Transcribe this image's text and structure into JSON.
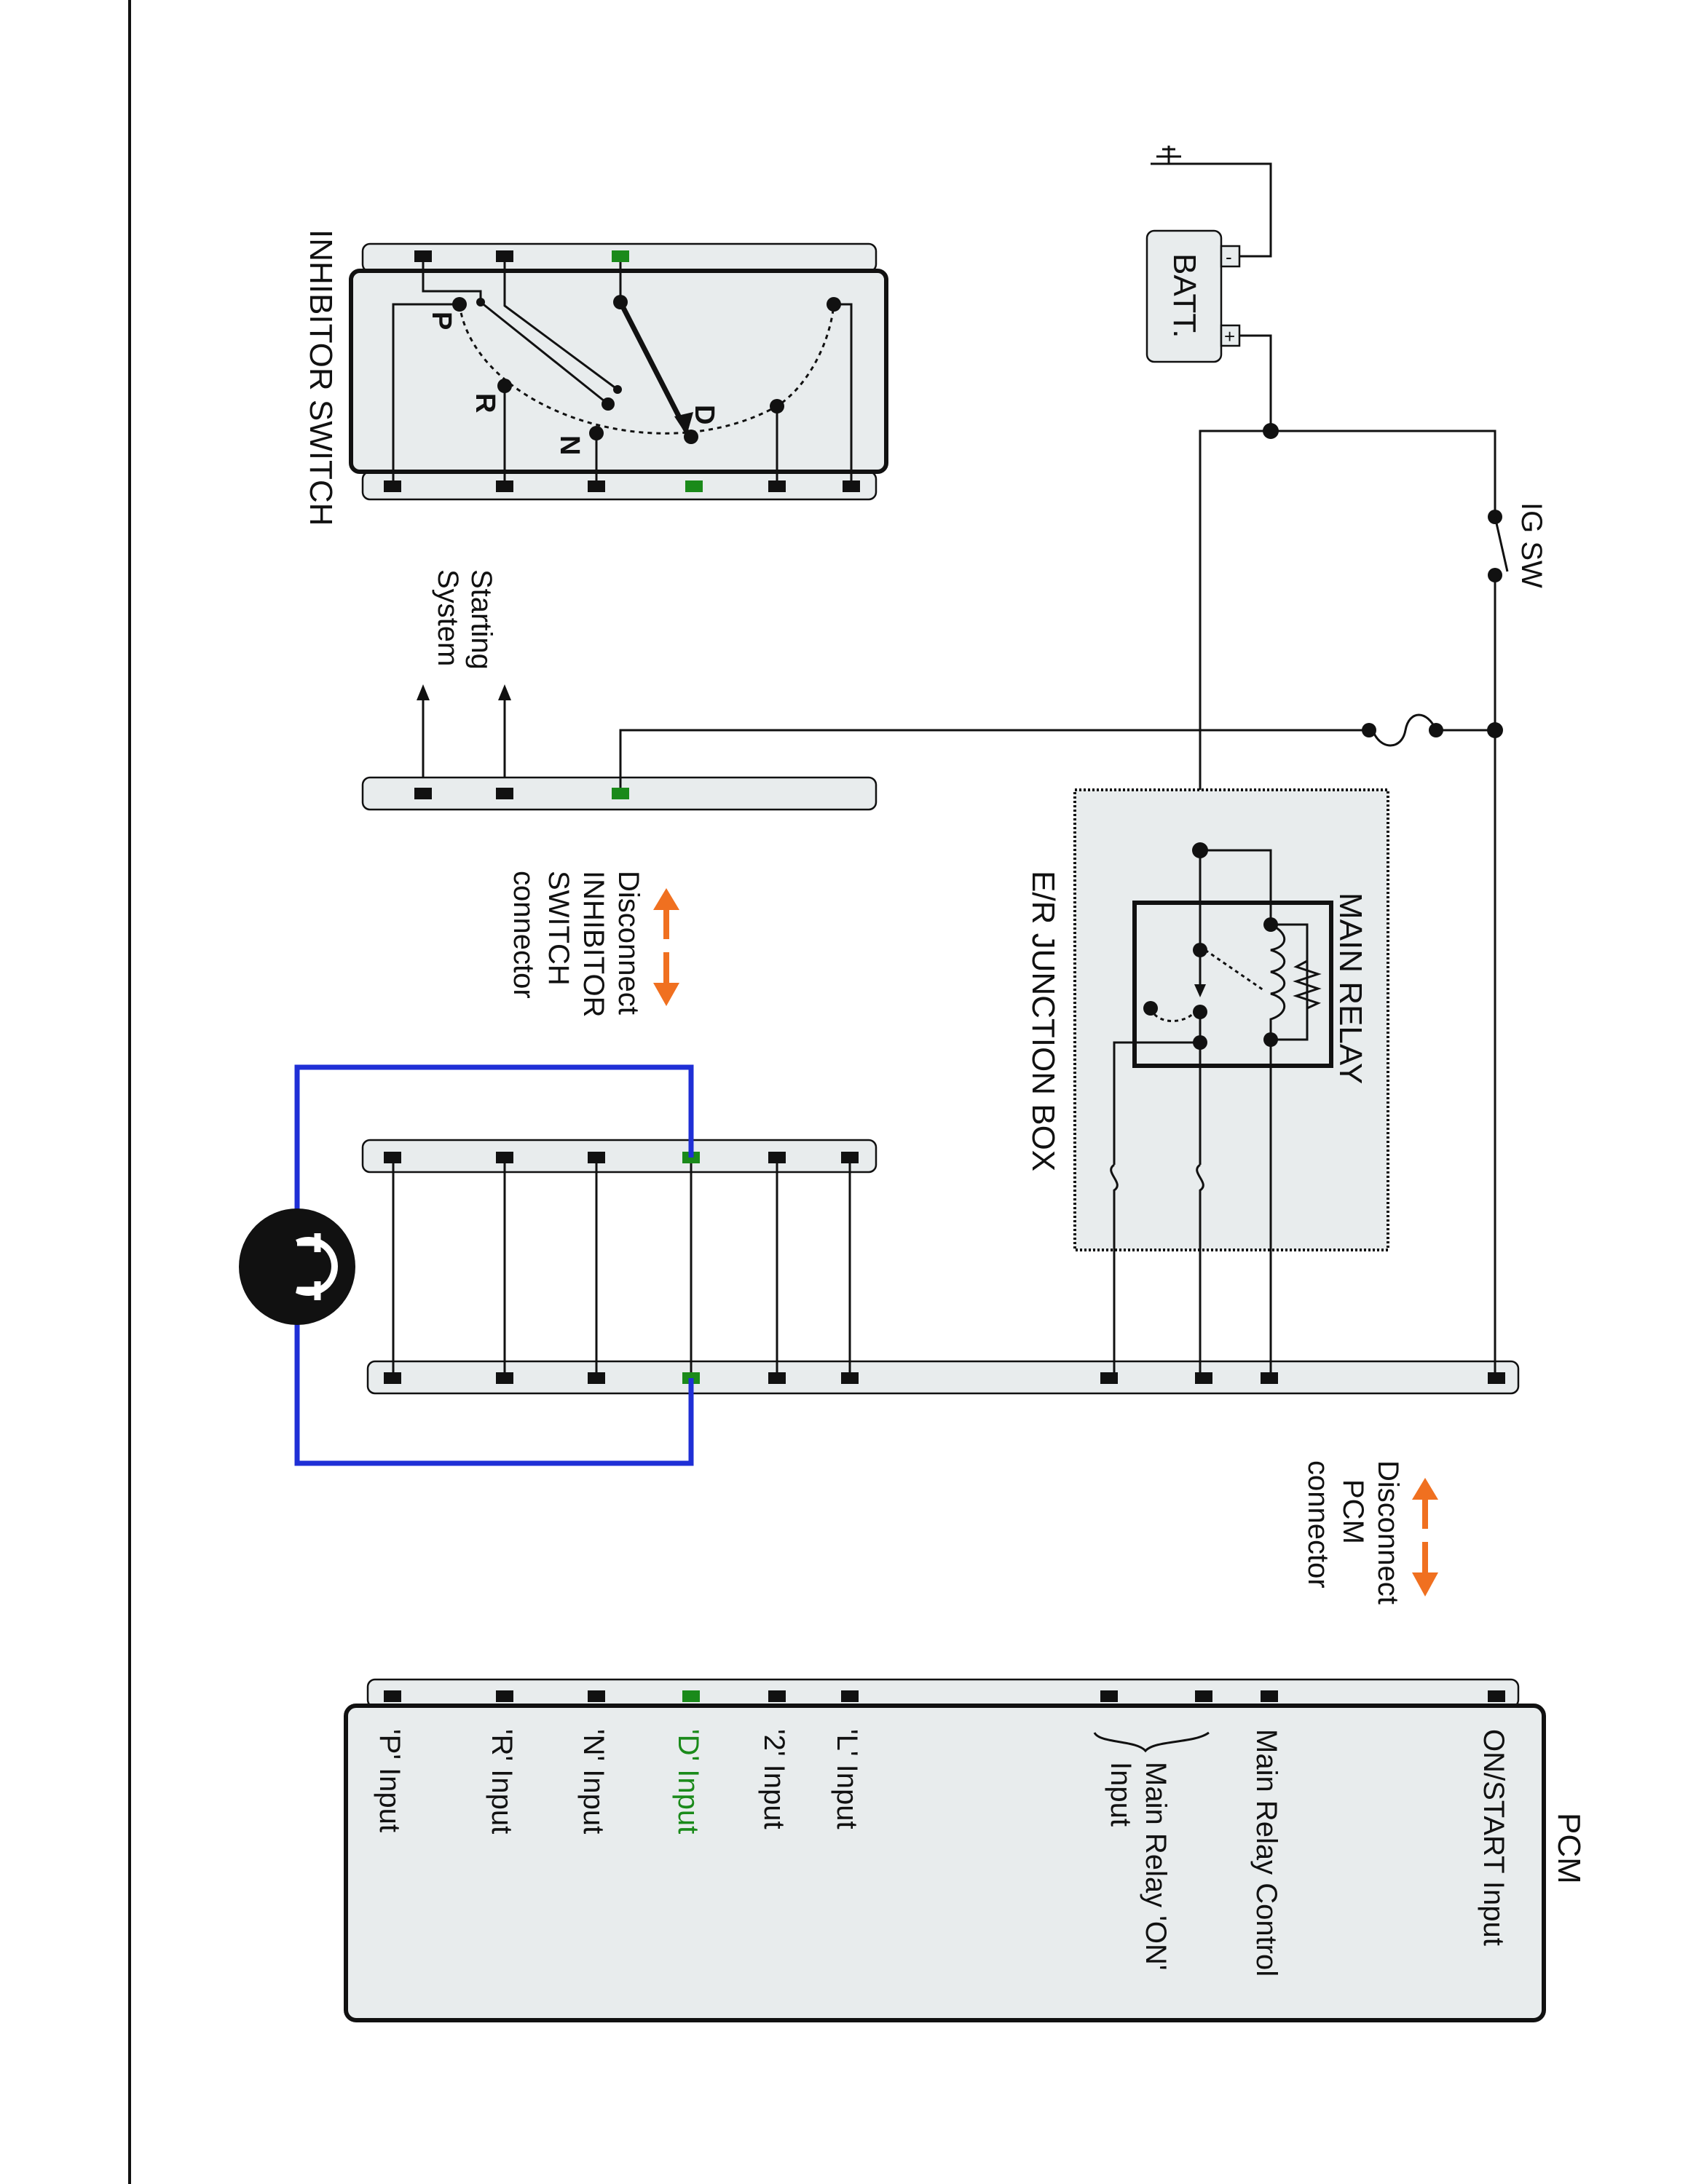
{
  "components": {
    "inhibitor_switch": {
      "title": "INHIBITOR SWITCH",
      "positions": [
        "P",
        "R",
        "N",
        "D"
      ]
    },
    "starting_system": {
      "label": "Starting System"
    },
    "inhibitor_disconnect": {
      "label": "Disconnect INHIBITOR SWITCH connector"
    },
    "battery": {
      "label": "BATT.",
      "neg": "-",
      "pos": "+"
    },
    "ignition_switch": {
      "label": "IG SW"
    },
    "junction_box": {
      "label": "E/R JUNCTION BOX"
    },
    "main_relay": {
      "label": "MAIN RELAY"
    },
    "pcm_disconnect": {
      "label": "Disconnect PCM connector"
    },
    "pcm": {
      "title": "PCM",
      "pins": [
        {
          "label": "ON/START Input"
        },
        {
          "label": "Main Relay Control"
        },
        {
          "label": "Main Relay 'ON' Input"
        },
        {
          "label": "'L' Input"
        },
        {
          "label": "'2' Input"
        },
        {
          "label": "'D' Input",
          "highlight": true
        },
        {
          "label": "'N' Input"
        },
        {
          "label": "'R' Input"
        },
        {
          "label": "'P' Input"
        }
      ]
    }
  },
  "colors": {
    "wire": "#111111",
    "connector_fill": "#e8eced",
    "pin": "#111111",
    "pin_highlight": "#1a8a1a",
    "measure_loop": "#1f2fd6",
    "disconnect_arrow": "#f07020",
    "highlight_text": "#1a8a1a"
  },
  "meter": {
    "icon": "ohmmeter-icon"
  }
}
